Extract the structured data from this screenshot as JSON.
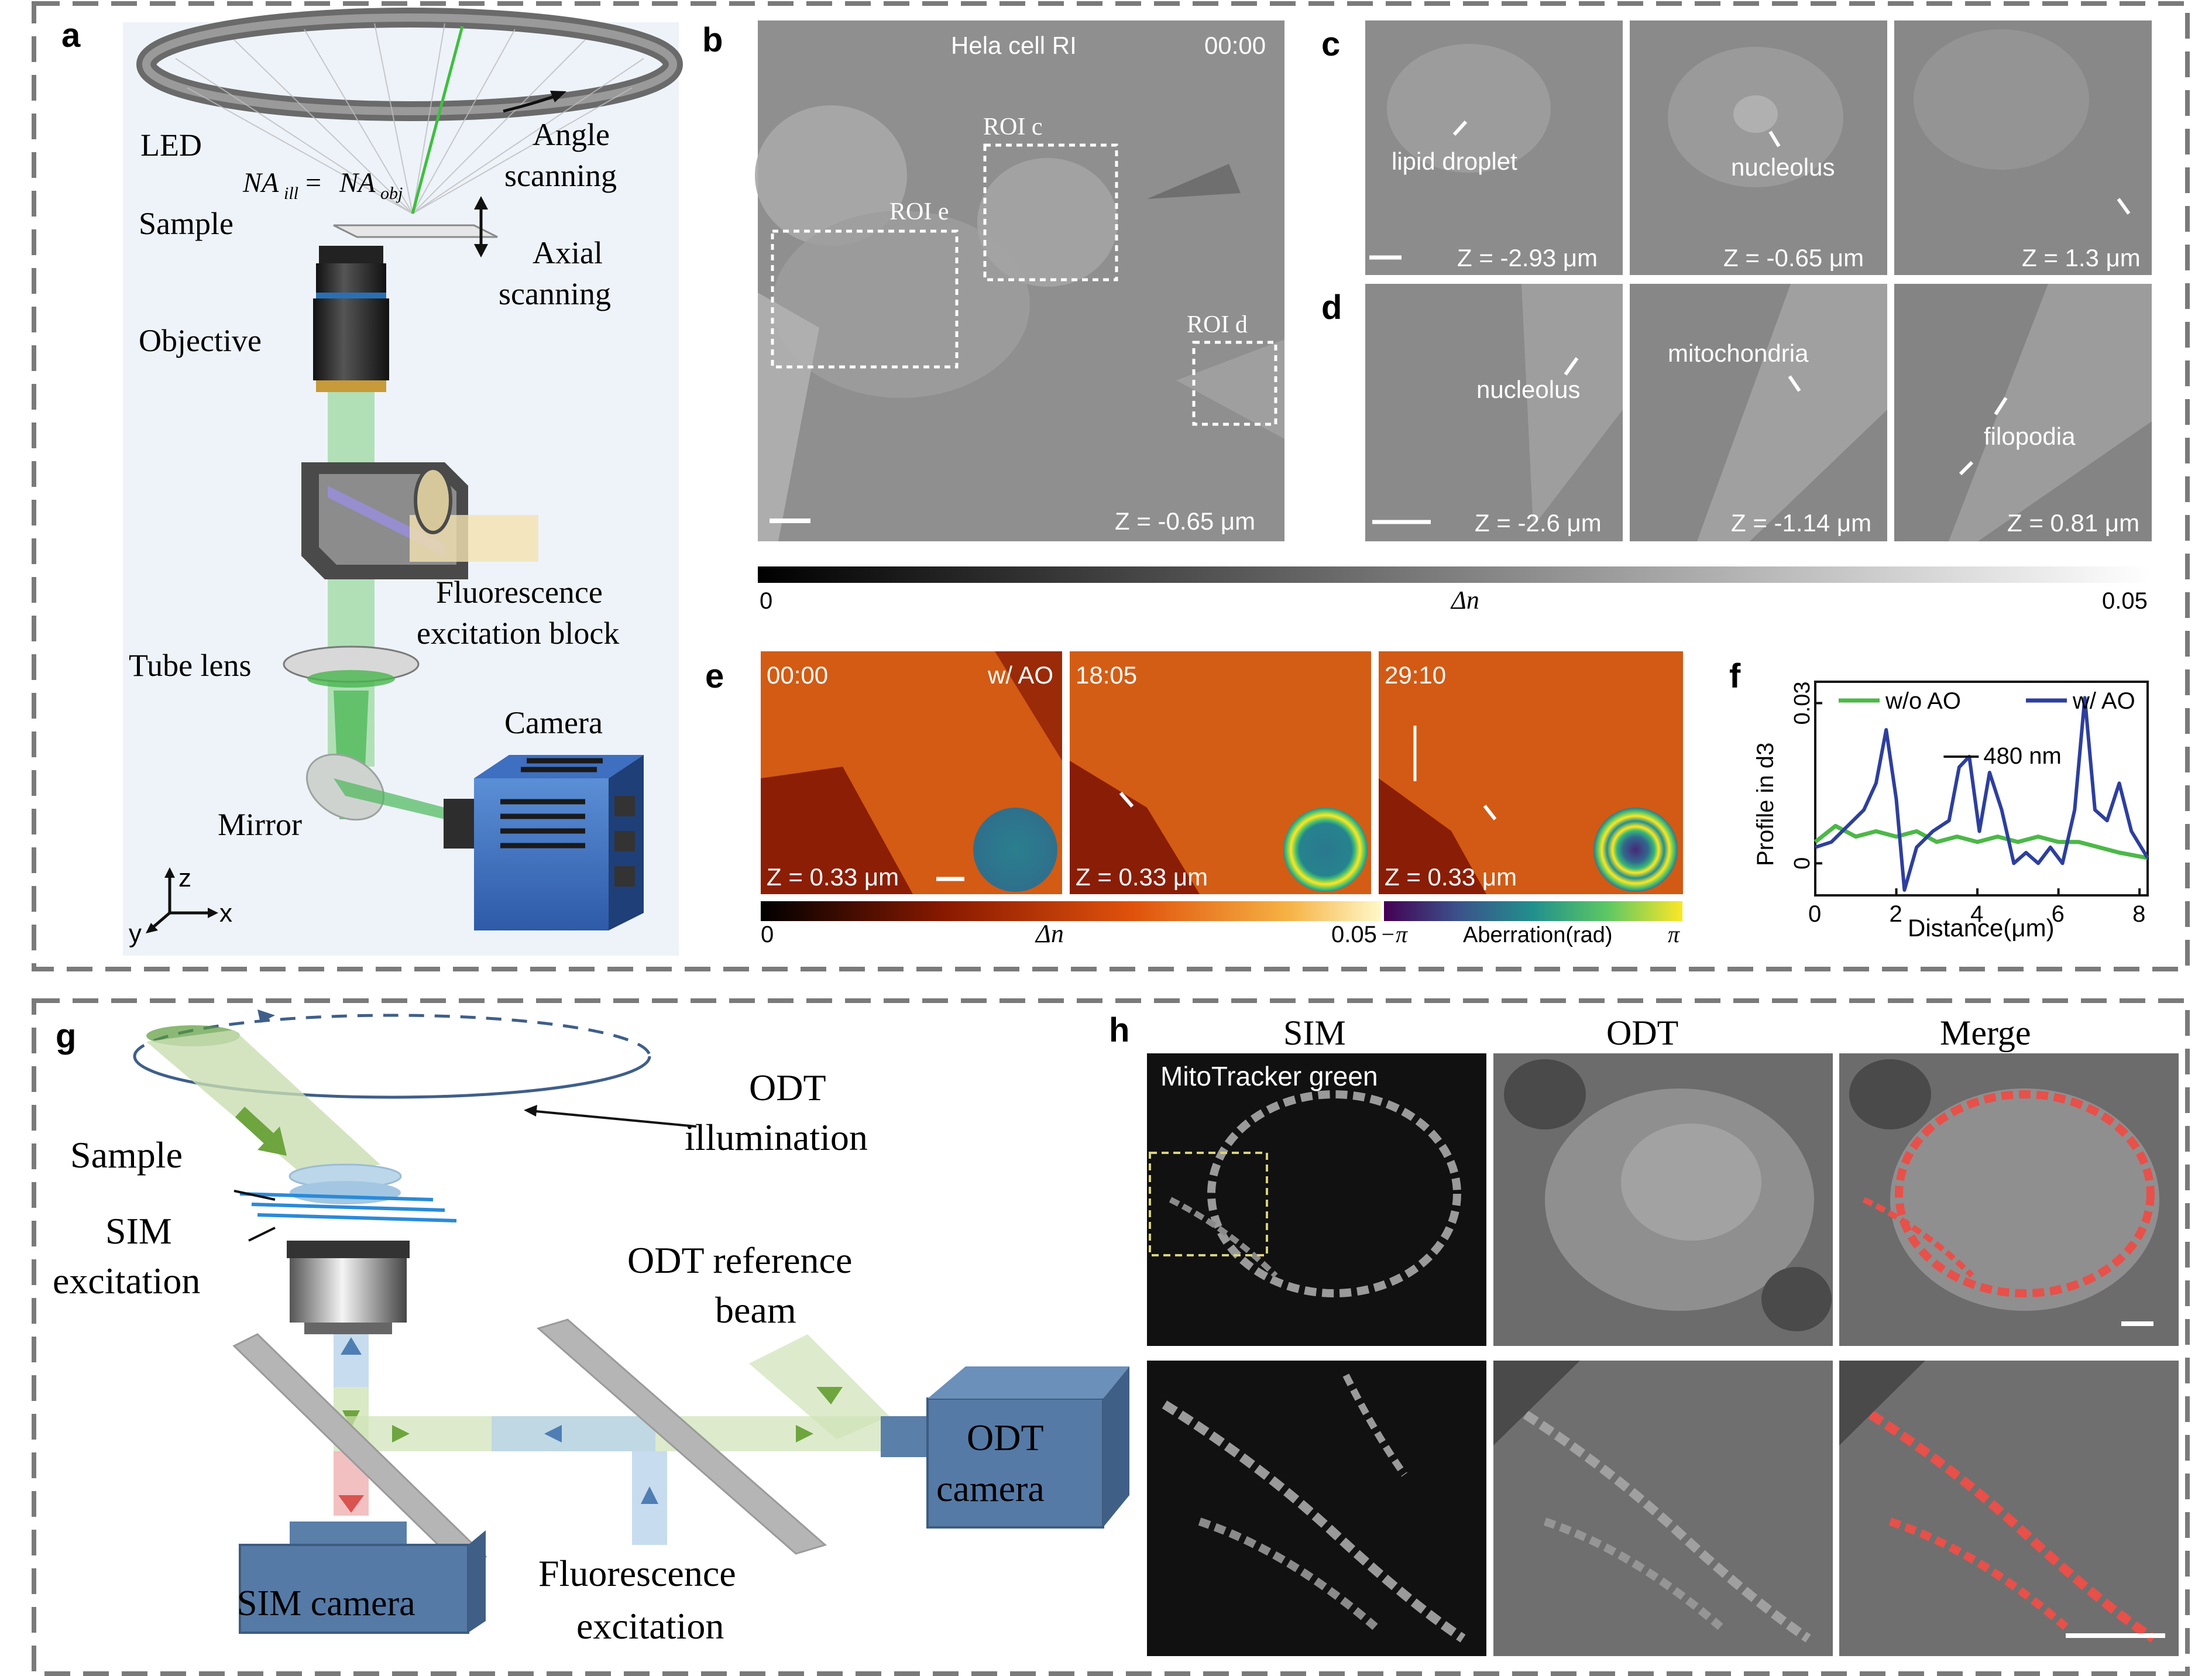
{
  "panels": {
    "a": {
      "letter": "a",
      "led": "LED",
      "angle1": "Angle",
      "angle2": "scanning",
      "na_left": "NA",
      "na_left_sub": "ill",
      "na_eq": " = ",
      "na_right": "NA",
      "na_right_sub": "obj",
      "sample": "Sample",
      "axial1": "Axial",
      "axial2": "scanning",
      "objective": "Objective",
      "fluor1": "Fluorescence",
      "fluor2": "excitation block",
      "tube": "Tube lens",
      "camera": "Camera",
      "mirror": "Mirror",
      "ax_z": "z",
      "ax_x": "x",
      "ax_y": "y"
    },
    "b": {
      "letter": "b",
      "title": "Hela cell RI",
      "time": "00:00",
      "roi_c": "ROI c",
      "roi_e": "ROI e",
      "roi_d": "ROI d",
      "z": "Z = -0.65 μm"
    },
    "c": {
      "letter": "c",
      "tiles": [
        {
          "label": "lipid droplet",
          "z": "Z = -2.93 μm"
        },
        {
          "label": "nucleolus",
          "z": "Z = -0.65 μm"
        },
        {
          "label": "",
          "z": "Z = 1.3 μm"
        }
      ]
    },
    "d": {
      "letter": "d",
      "tiles": [
        {
          "label": "nucleolus",
          "z": "Z = -2.6 μm"
        },
        {
          "label": "mitochondria",
          "z": "Z = -1.14 μm"
        },
        {
          "label": "filopodia",
          "z": "Z = 0.81 μm"
        }
      ]
    },
    "colorbar_gray": {
      "min": "0",
      "max": "0.05",
      "label": "Δn"
    },
    "e": {
      "letter": "e",
      "tiles": [
        {
          "time": "00:00",
          "tag": "w/ AO",
          "z": "Z = 0.33 μm"
        },
        {
          "time": "18:05",
          "tag": "",
          "z": "Z = 0.33 μm"
        },
        {
          "time": "29:10",
          "tag": "",
          "z": "Z = 0.33 μm"
        }
      ],
      "cbar1_min": "0",
      "cbar1_label": "Δn",
      "cbar1_max": "0.05",
      "cbar2_min": "−π",
      "cbar2_label": "Aberration(rad)",
      "cbar2_max": "π"
    },
    "g": {
      "letter": "g",
      "sample": "Sample",
      "sim1": "SIM",
      "sim2": "excitation",
      "odt_ill1": "ODT",
      "odt_ill2": "illumination",
      "odt_ref1": "ODT reference",
      "odt_ref2": "beam",
      "odt_cam1": "ODT",
      "odt_cam2": "camera",
      "sim_cam": "SIM camera",
      "fl1": "Fluorescence",
      "fl2": "excitation"
    },
    "h": {
      "letter": "h",
      "col_sim": "SIM",
      "col_odt": "ODT",
      "col_merge": "Merge",
      "stain": "MitoTracker green"
    }
  },
  "chart_data": {
    "type": "line",
    "panel": "f",
    "letter": "f",
    "xlabel": "Distance(μm)",
    "ylabel": "Profile in d3",
    "xlim": [
      0,
      8.2
    ],
    "ylim": [
      -0.006,
      0.034
    ],
    "xticks": [
      "0",
      "2",
      "4",
      "6",
      "8"
    ],
    "yticks": [
      "0",
      "0.03"
    ],
    "annotation": "480 nm",
    "legend": "top",
    "series": [
      {
        "name": "w/o AO",
        "color": "#4cb848",
        "x": [
          0,
          0.5,
          1,
          1.5,
          2,
          2.5,
          3,
          3.5,
          4,
          4.5,
          5,
          5.5,
          6,
          6.5,
          7,
          7.5,
          8.2
        ],
        "y": [
          0.004,
          0.007,
          0.005,
          0.006,
          0.005,
          0.006,
          0.004,
          0.005,
          0.004,
          0.005,
          0.004,
          0.005,
          0.004,
          0.004,
          0.003,
          0.002,
          0.001
        ]
      },
      {
        "name": "w/ AO",
        "color": "#2d3f9e",
        "x": [
          0,
          0.4,
          0.8,
          1.2,
          1.5,
          1.75,
          2.0,
          2.2,
          2.5,
          2.9,
          3.3,
          3.55,
          3.8,
          4.05,
          4.3,
          4.6,
          4.9,
          5.2,
          5.5,
          5.8,
          6.1,
          6.4,
          6.65,
          6.9,
          7.2,
          7.5,
          7.8,
          8.2
        ],
        "y": [
          0.003,
          0.004,
          0.007,
          0.01,
          0.015,
          0.025,
          0.012,
          -0.005,
          0.003,
          0.006,
          0.008,
          0.018,
          0.02,
          0.006,
          0.017,
          0.01,
          0.0,
          0.002,
          0.0,
          0.003,
          0.0,
          0.01,
          0.031,
          0.01,
          0.008,
          0.015,
          0.006,
          0.001
        ]
      }
    ]
  }
}
